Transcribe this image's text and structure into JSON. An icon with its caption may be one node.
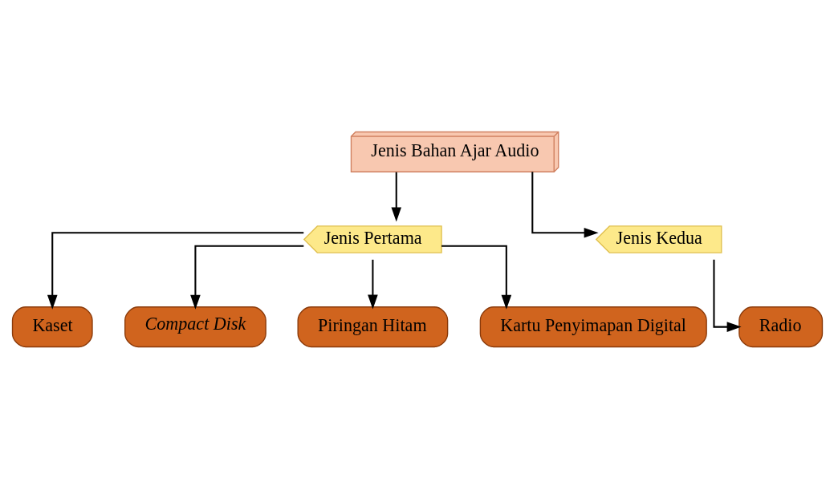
{
  "diagram": {
    "nodes": [
      {
        "text": [
          "Jenis Bahan Ajar Audio"
        ]
      },
      {
        "text": [
          "Jenis Pertama"
        ]
      },
      {
        "text": [
          "Jenis Kedua"
        ]
      },
      {
        "text": [
          "Kaset"
        ]
      },
      {
        "text": [
          "Compact Disk"
        ]
      },
      {
        "text": [
          "Piringan Hitam"
        ]
      },
      {
        "text": [
          "Kartu Penyimapan Digital"
        ]
      },
      {
        "text": [
          "Radio"
        ]
      }
    ],
    "edges": [
      {
        "from": 0,
        "to": 1,
        "arrow": "to"
      },
      {
        "from": 0,
        "to": 2,
        "arrow": "to"
      },
      {
        "from": 1,
        "to": 3,
        "arrow": "to"
      },
      {
        "from": 1,
        "to": 4,
        "arrow": "to"
      },
      {
        "from": 1,
        "to": 5,
        "arrow": "to"
      },
      {
        "from": 1,
        "to": 6,
        "arrow": "to"
      },
      {
        "from": 2,
        "to": 7,
        "arrow": "to"
      }
    ]
  }
}
